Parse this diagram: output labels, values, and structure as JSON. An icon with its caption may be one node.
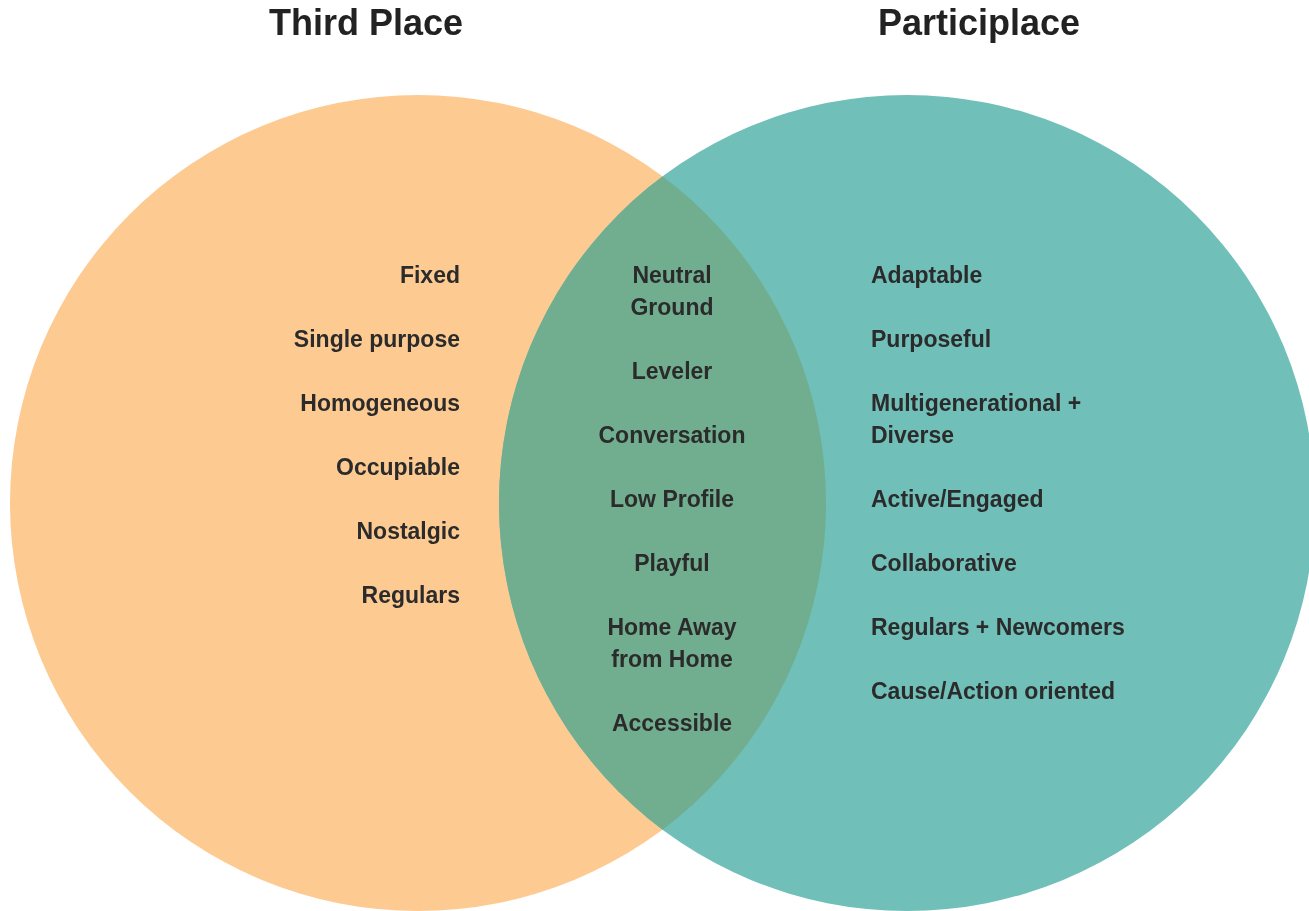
{
  "diagram": {
    "nodes": [
      {
        "text": [
          "Third Place"
        ]
      },
      {
        "text": [
          "Participlace"
        ]
      }
    ],
    "labels": [
      "Fixed",
      "Single purpose",
      "Homogeneous",
      "Occupiable",
      "Nostalgic",
      "Regulars",
      "Neutral Ground",
      "Leveler",
      "Conversation",
      "Low Profile",
      "Playful",
      "Home Away from Home",
      "Accessible",
      "Adaptable",
      "Purposeful",
      "Multigenerational + Diverse",
      "Active/Engaged",
      "Collaborative",
      "Regulars + Newcomers",
      "Cause/Action oriented"
    ]
  }
}
